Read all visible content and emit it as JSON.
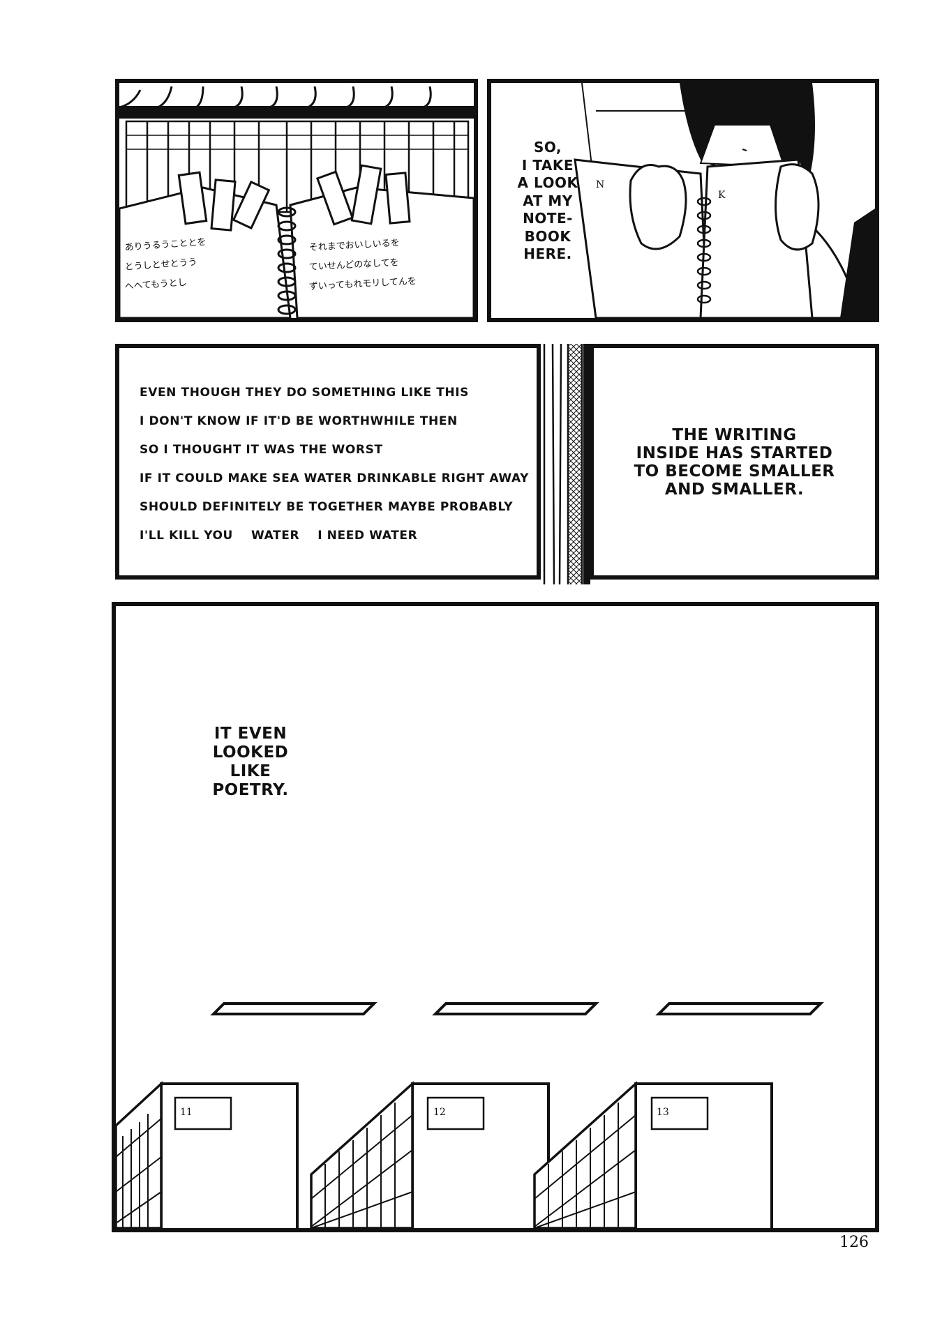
{
  "panels": {
    "notebook_spread": {
      "handwriting_left": [
        "ありうるうこととを",
        "とうしとせとうう",
        "へへてもうとし"
      ],
      "handwriting_right": [
        "それまでおいしいるを",
        "ていせんどのなしてを",
        "ずいってもれモリしてんを"
      ]
    },
    "girl_reading": {
      "caption": "SO, I TAKE A LOOK AT MY NOTE-BOOK HERE.",
      "caption_lines": [
        "SO,",
        "I TAKE",
        "A LOOK",
        "AT MY",
        "NOTE-",
        "BOOK",
        "HERE."
      ],
      "notebook_marks": [
        "N",
        "K"
      ]
    },
    "poem_panel": {
      "lines": [
        "EVEN THOUGH THEY DO SOMETHING LIKE THIS",
        "I DON'T KNOW IF IT'D BE WORTHWHILE THEN",
        "SO I THOUGHT IT WAS THE WORST",
        "IF IT COULD MAKE SEA WATER DRINKABLE RIGHT AWAY",
        "SHOULD DEFINITELY BE TOGETHER MAYBE PROBABLY",
        "I'LL KILL YOU    WATER    I NEED WATER"
      ]
    },
    "writing_panel": {
      "caption_lines": [
        "THE WRITING",
        "INSIDE HAS STARTED",
        "TO BECOME SMALLER",
        "AND SMALLER."
      ]
    },
    "library_panel": {
      "caption_lines": [
        "IT EVEN",
        "LOOKED",
        "LIKE",
        "POETRY."
      ],
      "shelf_labels": [
        "11",
        "12",
        "13"
      ]
    }
  },
  "page_number": "126",
  "colors": {
    "ink": "#111111",
    "paper": "#ffffff"
  }
}
